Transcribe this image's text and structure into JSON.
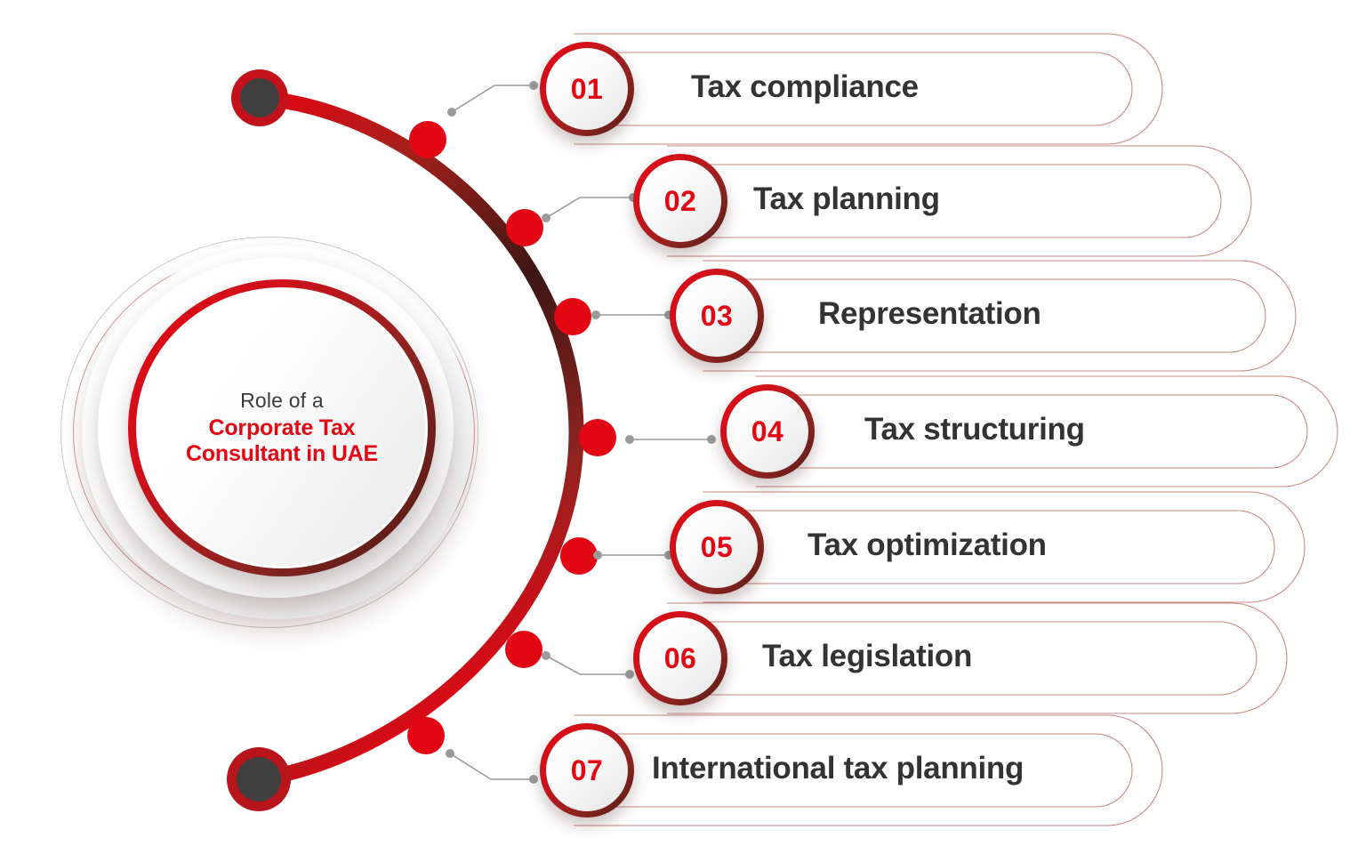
{
  "hub": {
    "line1": "Role of a",
    "line2": "Corporate Tax",
    "line3": "Consultant in UAE"
  },
  "colors": {
    "bright_red": "#e30613",
    "dark_maroon": "#4a1a16",
    "text_dark": "#333333",
    "outline_red": "#c88a85",
    "connector_gray": "#9a9a9a",
    "endpoint_gray": "#3f3f3f",
    "background": "#ffffff"
  },
  "items": [
    {
      "number": "01",
      "label": "Tax compliance"
    },
    {
      "number": "02",
      "label": "Tax planning"
    },
    {
      "number": "03",
      "label": "Representation"
    },
    {
      "number": "04",
      "label": "Tax structuring"
    },
    {
      "number": "05",
      "label": "Tax optimization"
    },
    {
      "number": "06",
      "label": "Tax legislation"
    },
    {
      "number": "07",
      "label": "International tax planning"
    }
  ],
  "icons": {
    "arc_start_endpoint": "arc-start-endpoint-icon",
    "arc_end_endpoint": "arc-end-endpoint-icon",
    "arc_node": "arc-node-dot-icon",
    "connector": "connector-line-icon",
    "pill_outline": "pill-outline-icon"
  }
}
